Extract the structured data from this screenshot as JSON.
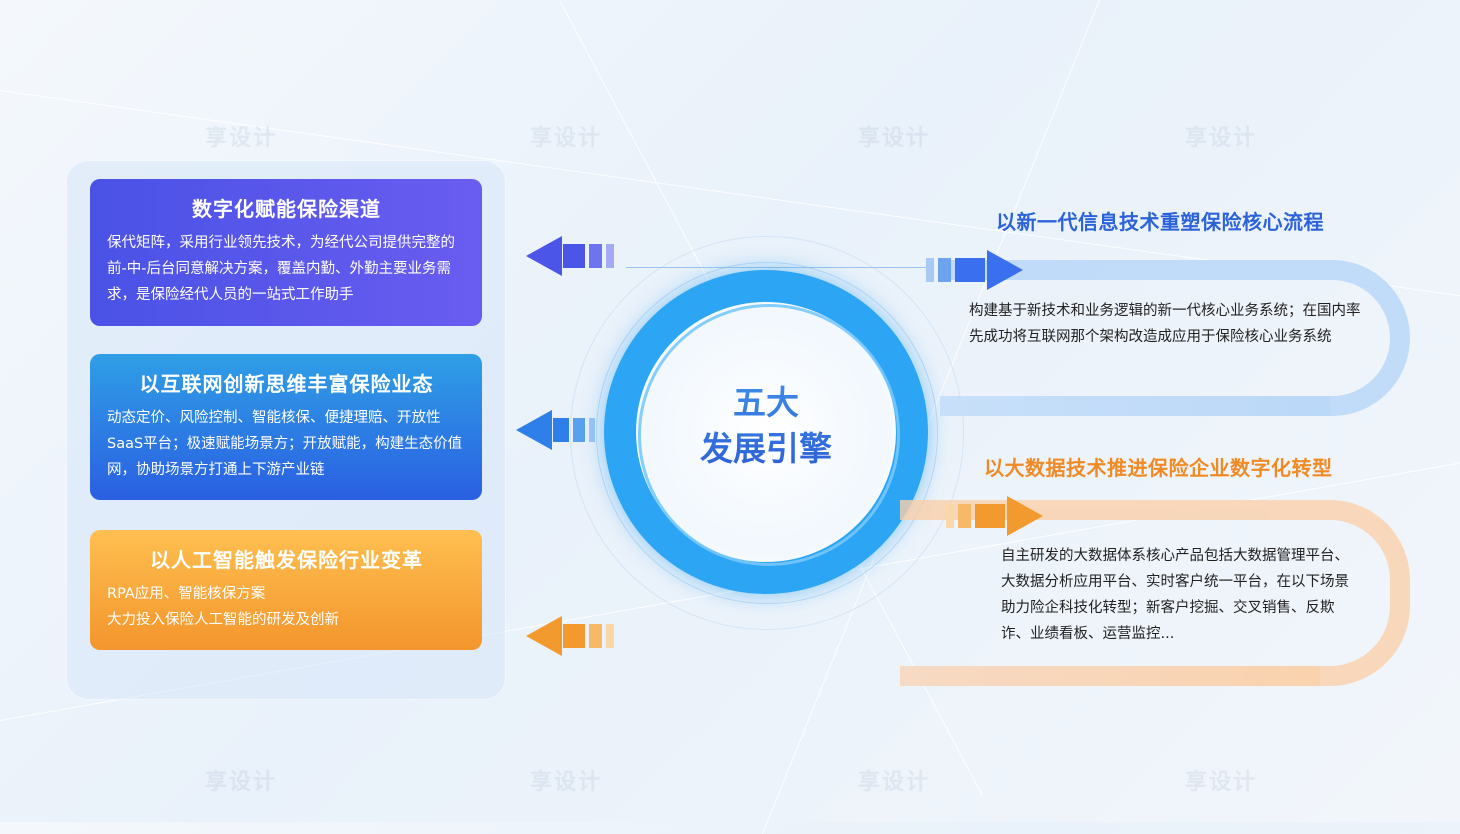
{
  "watermarks": [
    "享设计",
    "享设计",
    "享设计",
    "享设计",
    "享设计",
    "享设计",
    "享设计",
    "享设计"
  ],
  "center": {
    "line1": "五大",
    "line2": "发展引擎"
  },
  "left_cards": [
    {
      "title": "数字化赋能保险渠道",
      "body": "保代矩阵，采用行业领先技术，为经代公司提供完整的前-中-后台同意解决方案，覆盖内勤、外勤主要业务需求，是保险经代人员的一站式工作助手"
    },
    {
      "title": "以互联网创新思维丰富保险业态",
      "body": "动态定价、风险控制、智能核保、便捷理赔、开放性SaaS平台；极速赋能场景方；开放赋能，构建生态价值网，协助场景方打通上下游产业链"
    },
    {
      "title": "以人工智能触发保险行业变革",
      "body_line1": "RPA应用、智能核保方案",
      "body_line2": "大力投入保险人工智能的研发及创新"
    }
  ],
  "right_items": [
    {
      "title": "以新一代信息技术重塑保险核心流程",
      "body": "构建基于新技术和业务逻辑的新一代核心业务系统；在国内率先成功将互联网那个架构改造成应用于保险核心业务系统"
    },
    {
      "title": "以大数据技术推进保险企业数字化转型",
      "body": "自主研发的大数据体系核心产品包括大数据管理平台、大数据分析应用平台、实时客户统一平台，在以下场景助力险企科技化转型；新客户挖掘、交叉销售、反欺诈、业绩看板、运营监控..."
    }
  ],
  "colors": {
    "card1": "#4a52e6",
    "card2": "#2a7fe4",
    "card3": "#f5a43a",
    "ring": "#2ca6f4",
    "title_blue": "#2d63d8",
    "title_orange": "#f08a24",
    "arrow_blue": "#3a6ff0",
    "arrow_orange": "#f39a2e"
  },
  "icons": [
    "arrow-left-blue-icon",
    "arrow-left-blue-icon",
    "arrow-left-orange-icon",
    "arrow-right-blue-icon",
    "arrow-right-orange-icon"
  ]
}
